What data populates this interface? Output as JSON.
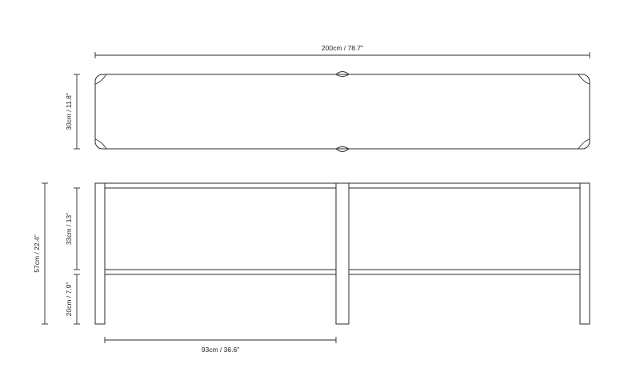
{
  "dimensions": {
    "overall_width": "200cm / 78.7\"",
    "top_depth": "30cm / 11.8\"",
    "total_height": "57cm / 22.4\"",
    "upper_gap": "33cm / 13\"",
    "lower_gap": "20cm / 7.9\"",
    "bay_width": "93cm / 36.6\""
  },
  "colors": {
    "line": "#2a2a2a",
    "background": "#ffffff"
  }
}
